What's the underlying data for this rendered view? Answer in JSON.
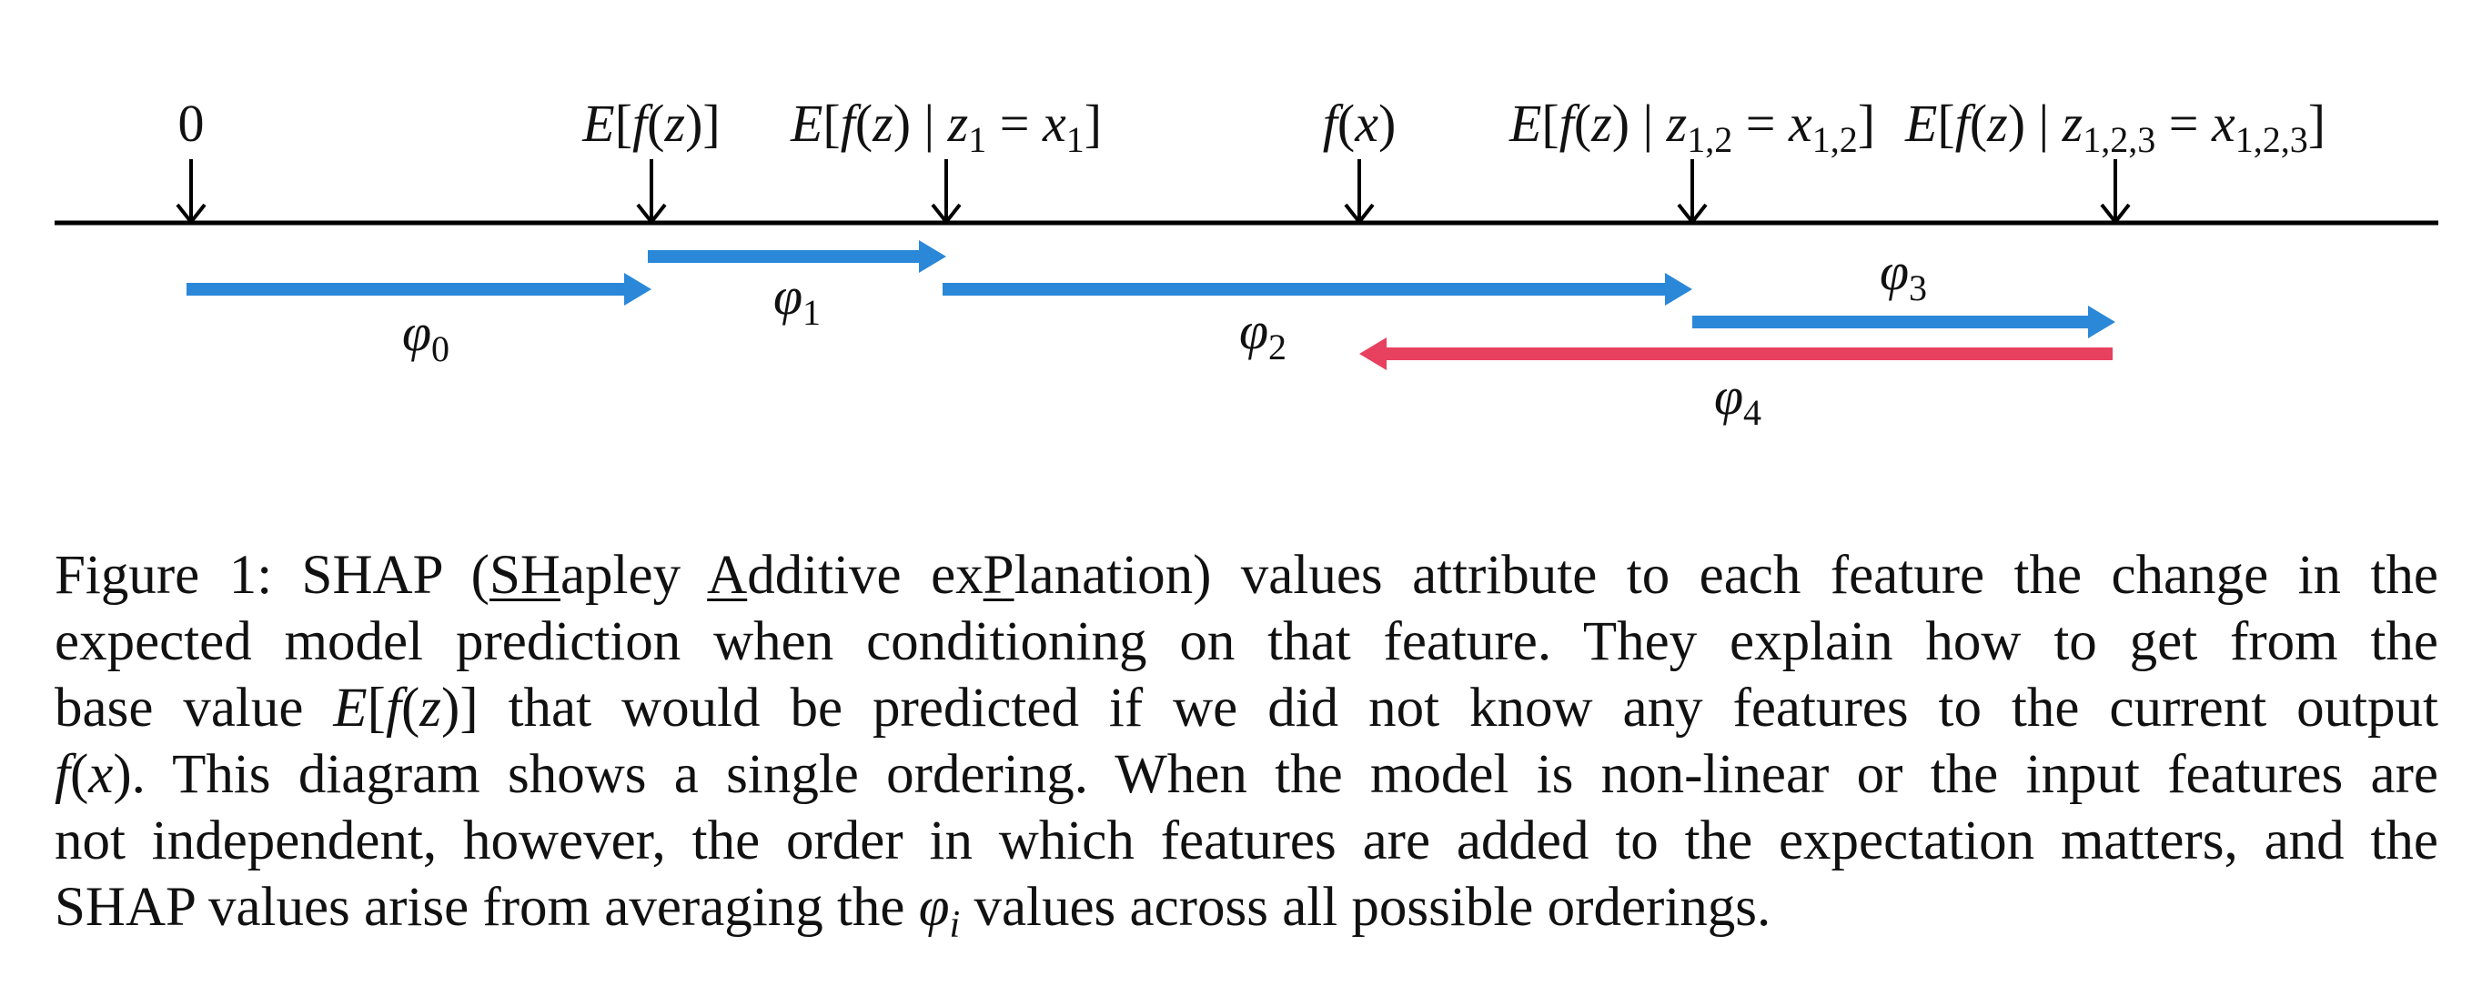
{
  "figure": {
    "axis_color": "#000000",
    "positive_color": "#2b88d8",
    "negative_color": "#e8405f",
    "ticks": [
      {
        "id": "zero",
        "label": "0"
      },
      {
        "id": "base",
        "label": "E[f(z)]"
      },
      {
        "id": "cond1",
        "label": "E[f(z) | z1 = x1]"
      },
      {
        "id": "output",
        "label": "f(x)"
      },
      {
        "id": "cond12",
        "label": "E[f(z) | z1,2 = x1,2]"
      },
      {
        "id": "cond123",
        "label": "E[f(z) | z1,2,3 = x1,2,3]"
      }
    ],
    "arrows": [
      {
        "id": "phi0",
        "label": "φ0",
        "direction": "right",
        "sign": "positive"
      },
      {
        "id": "phi1",
        "label": "φ1",
        "direction": "right",
        "sign": "positive"
      },
      {
        "id": "phi2",
        "label": "φ2",
        "direction": "right",
        "sign": "positive"
      },
      {
        "id": "phi3",
        "label": "φ3",
        "direction": "right",
        "sign": "positive"
      },
      {
        "id": "phi4",
        "label": "φ4",
        "direction": "left",
        "sign": "negative"
      }
    ]
  },
  "caption": {
    "prefix": "Figure 1:",
    "lines": [
      "Figure 1: SHAP (SHapley Additive exPlanation) values attribute to each feature the change in the",
      "expected model prediction when conditioning on that feature. They explain how to get from the",
      "base value E[f(z)] that would be predicted if we did not know any features to the current output",
      "f(x). This diagram shows a single ordering. When the model is non-linear or the input features are",
      "not independent, however, the order in which features are added to the expectation matters, and the",
      "SHAP values arise from averaging the φi values across all possible orderings."
    ]
  }
}
